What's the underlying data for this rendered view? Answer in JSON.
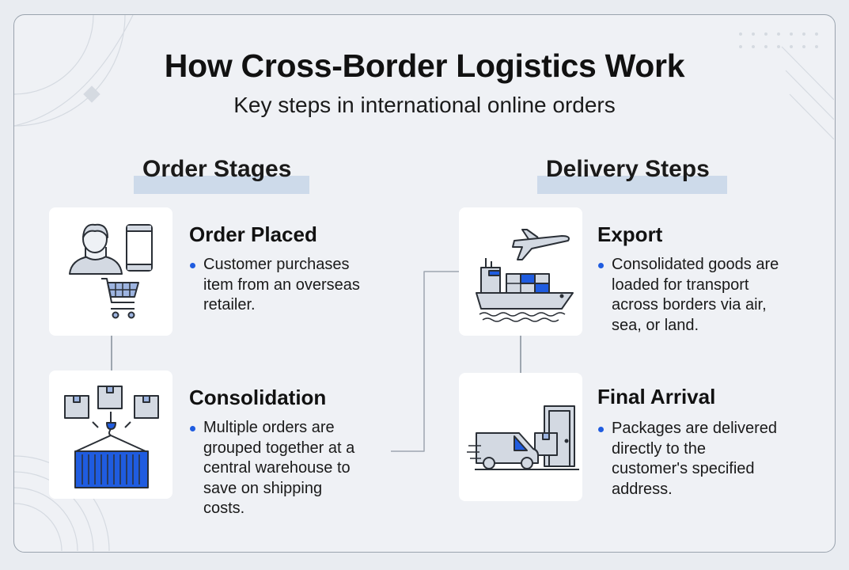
{
  "header": {
    "title": "How Cross-Border Logistics Work",
    "subtitle": "Key steps in international online orders"
  },
  "sections": {
    "left": "Order Stages",
    "right": "Delivery Steps"
  },
  "steps": [
    {
      "title": "Order Placed",
      "icon": "shopper-cart-icon",
      "lines": [
        "Customer purchases",
        "item from an overseas",
        "retailer."
      ]
    },
    {
      "title": "Consolidation",
      "icon": "container-consolidation-icon",
      "lines": [
        "Multiple orders are",
        "grouped together at a",
        "central warehouse to",
        "save on shipping",
        "costs."
      ]
    },
    {
      "title": "Export",
      "icon": "ship-plane-icon",
      "lines": [
        "Consolidated goods are",
        "loaded for transport",
        "across borders via air,",
        "sea, or land."
      ]
    },
    {
      "title": "Final Arrival",
      "icon": "delivery-van-door-icon",
      "lines": [
        "Packages are delivered",
        "directly to the",
        "customer's specified",
        "address."
      ]
    }
  ],
  "colors": {
    "accent": "#1f5ce0",
    "highlight": "#cddaea",
    "icon_fill": "#d3d9e2"
  }
}
